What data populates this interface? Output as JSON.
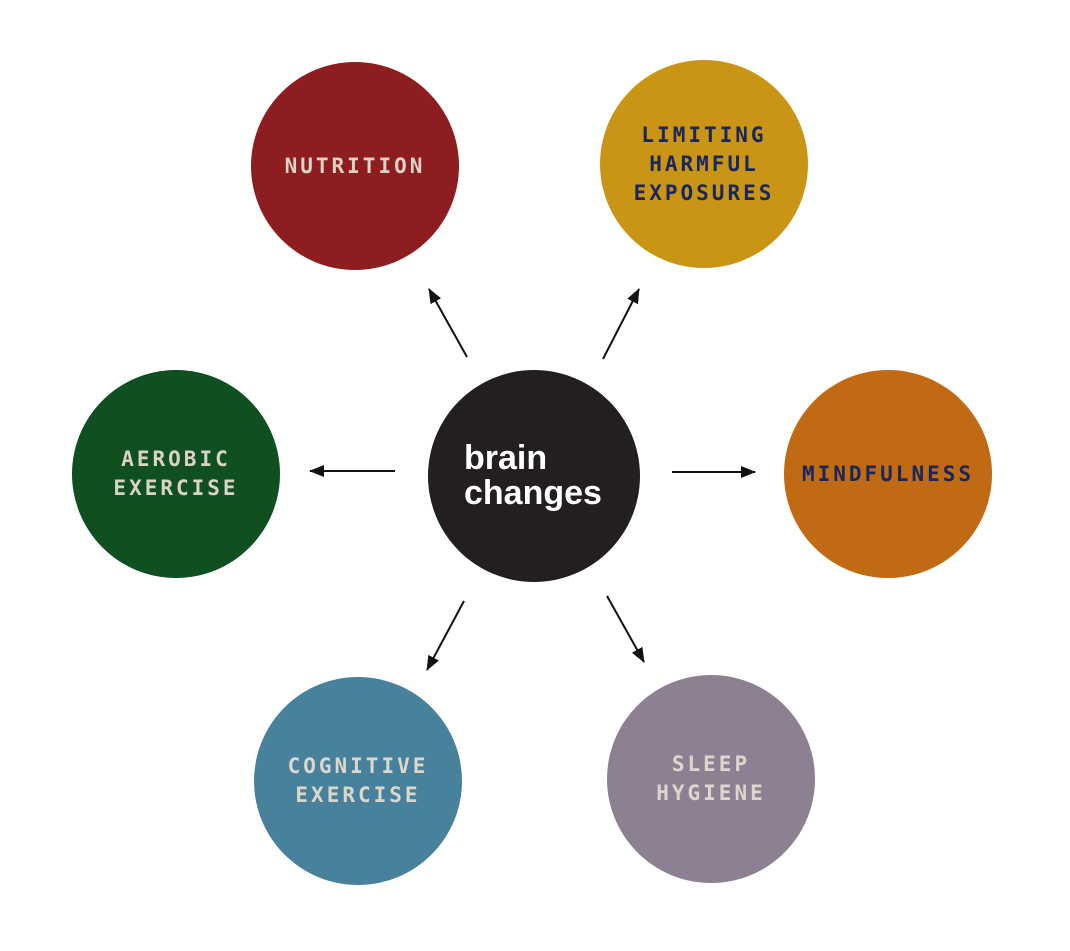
{
  "diagram": {
    "type": "hub-and-spoke",
    "center_node": {
      "id": "brain-changes",
      "label_lines": [
        "brain",
        "changes"
      ],
      "bg_color": "#231f20",
      "text_color": "#ffffff"
    },
    "nodes": [
      {
        "id": "nutrition",
        "label_lines": [
          "NUTRITION"
        ],
        "bg_color": "#8e1d1f",
        "text_color": "#d9d3c6"
      },
      {
        "id": "limiting-harmful-exposures",
        "label_lines": [
          "LIMITING",
          "HARMFUL",
          "EXPOSURES"
        ],
        "bg_color": "#ca9514",
        "text_color": "#1a265e"
      },
      {
        "id": "mindfulness",
        "label_lines": [
          "MINDFULNESS"
        ],
        "bg_color": "#c06a14",
        "text_color": "#1a265e"
      },
      {
        "id": "sleep-hygiene",
        "label_lines": [
          "SLEEP",
          "HYGIENE"
        ],
        "bg_color": "#8e8093",
        "text_color": "#dcd7cb"
      },
      {
        "id": "cognitive-exercise",
        "label_lines": [
          "COGNITIVE",
          "EXERCISE"
        ],
        "bg_color": "#47819b",
        "text_color": "#dcd7cb"
      },
      {
        "id": "aerobic-exercise",
        "label_lines": [
          "AEROBIC",
          "EXERCISE"
        ],
        "bg_color": "#0f4f20",
        "text_color": "#d9d3c6"
      }
    ],
    "arrow_color": "#111111"
  }
}
